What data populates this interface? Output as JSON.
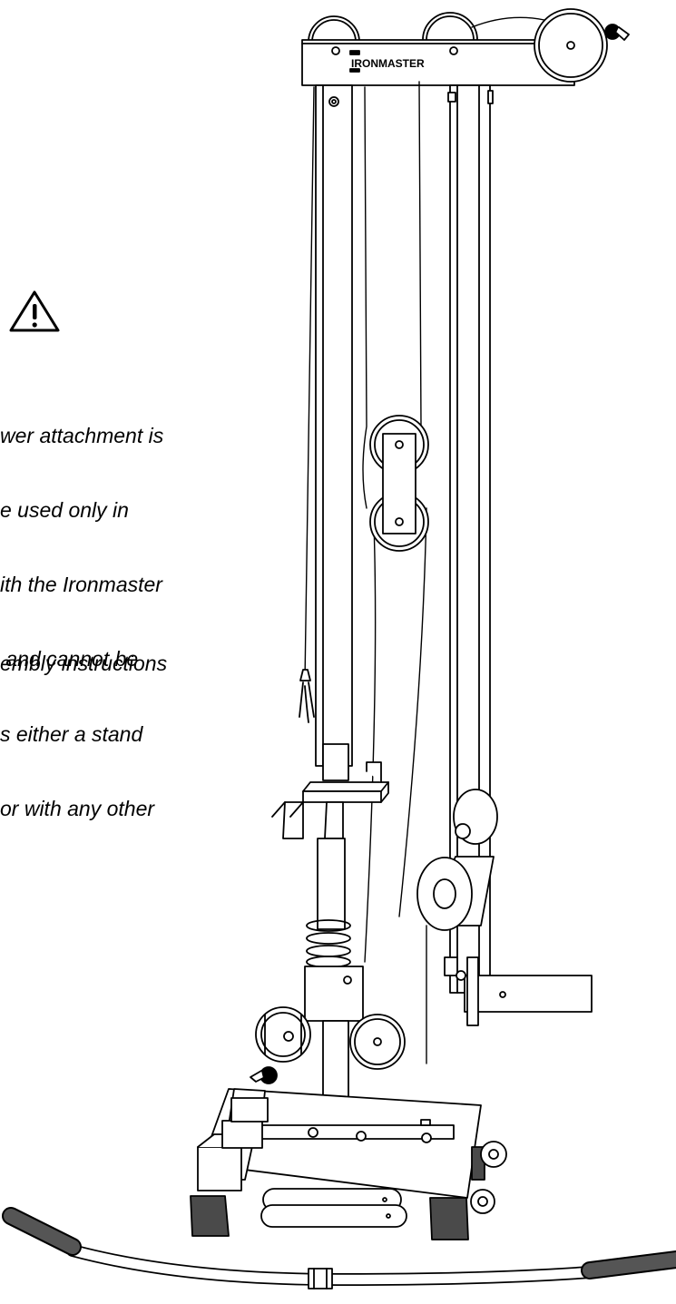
{
  "warning": {
    "lines": [
      "wer attachment is",
      "e used only in",
      "ith the Ironmaster",
      " and cannot be",
      "s either a stand",
      "or with any other"
    ],
    "assembly_line": "embly instructions"
  },
  "machine": {
    "brand_label": "IRONMASTER"
  },
  "colors": {
    "ink": "#000000",
    "grip": "#555555",
    "foot": "#4a4a4a"
  }
}
